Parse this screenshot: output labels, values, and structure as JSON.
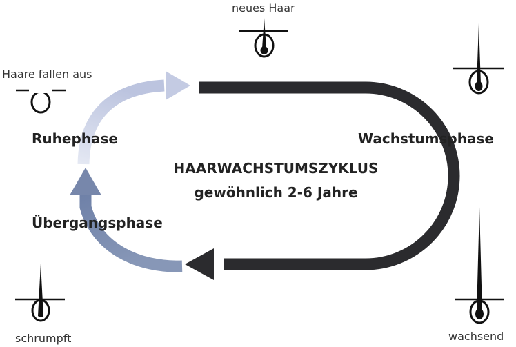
{
  "title": "HAARWACHSTUMSZYKLUS",
  "subtitle": "gewöhnlich 2-6 Jahre",
  "phases": {
    "growth": "Wachstumsphase",
    "transition": "Übergangsphase",
    "rest": "Ruhephase"
  },
  "hair_labels": {
    "new": "neues Haar",
    "falling": "Haare fallen aus",
    "shrinking": "schrumpft",
    "growing": "wachsend"
  },
  "colors": {
    "growth_arc": "#2b2b2e",
    "transition_arc": "#7c8db0",
    "rest_arc": "#c4cbe3",
    "hair": "#111111"
  }
}
